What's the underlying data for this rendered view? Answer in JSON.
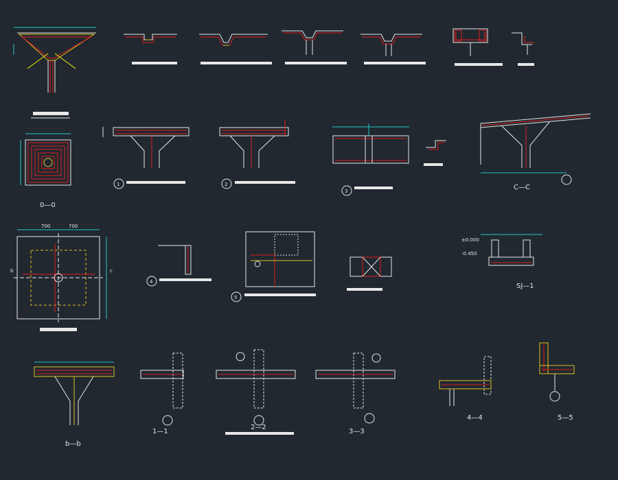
{
  "sheet": {
    "colors": {
      "background": "#212830",
      "outline": "#e8e8e8",
      "rebar": "#e01e1e",
      "concrete": "#e0c020",
      "dimension": "#1ec8c8",
      "brick": "#e8e8e8"
    }
  },
  "labels": {
    "section_0_0": "0—0",
    "section_b_b": "b—b",
    "section_c_c": "C—C",
    "section_1_1": "1—1",
    "section_2_2": "2—2",
    "section_3_3": "3—3",
    "section_4_4": "4—4",
    "section_5_5": "5—5",
    "section_sj1": "SJ—1",
    "detail_1": "1",
    "detail_2": "2",
    "detail_3": "3",
    "detail_4": "4",
    "detail_5": "5",
    "dim_700a": "700",
    "dim_700b": "700",
    "dim_b": "b",
    "dim_c": "c",
    "elev_a": "±0.000",
    "elev_b": "-0.450"
  }
}
